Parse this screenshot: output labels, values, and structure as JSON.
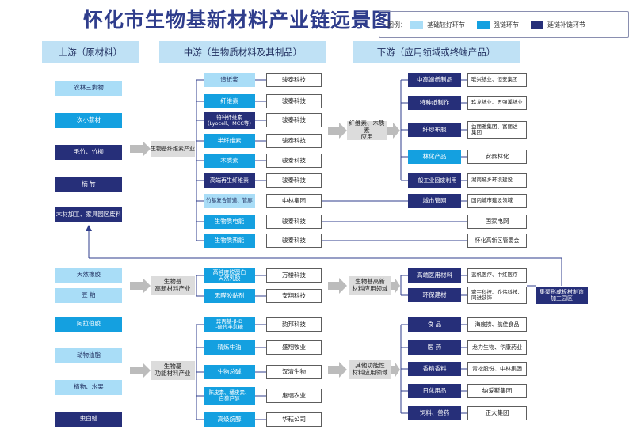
{
  "title": "怀化市生物基新材料产业链远景图",
  "legend": {
    "label": "图例：",
    "items": [
      {
        "text": "基础较好环节",
        "color": "#a9ddf7"
      },
      {
        "text": "强链环节",
        "color": "#14a0e0"
      },
      {
        "text": "延链补链环节",
        "color": "#262f79"
      }
    ]
  },
  "headers": {
    "upstream": "上游（原材料）",
    "midstream": "中游（生物质材料及其制品）",
    "downstream": "下游（应用领域或终端产品）"
  },
  "upstream": [
    {
      "label": "农林三剩物",
      "level": "light"
    },
    {
      "label": "次小薪材",
      "level": "mid"
    },
    {
      "label": "毛竹、竹柳",
      "level": "dark"
    },
    {
      "label": "楠  竹",
      "level": "dark"
    },
    {
      "label": "木材加工、家具园区废料",
      "level": "dark"
    },
    {
      "label": "天然橡胶",
      "level": "light"
    },
    {
      "label": "豆  粕",
      "level": "light"
    },
    {
      "label": "阿拉伯胶",
      "level": "mid"
    },
    {
      "label": "动物油脂",
      "level": "light"
    },
    {
      "label": "植物、水果",
      "level": "light"
    },
    {
      "label": "虫白蜡",
      "level": "dark"
    }
  ],
  "hubs": {
    "biobase_fiber": "生物基纤维素产业",
    "polymer": "生物基\n高新材料产业",
    "functional": "生物基\n功能材料产业",
    "fiber_app": "纤维素、木质素\n应用",
    "polymer_app": "生物基高新\n材料应用领域",
    "functional_app": "其他功能性\n材料应用领域",
    "cluster": "集聚形成板材制造\n加工园区"
  },
  "mid_group1": [
    {
      "label": "造纸浆",
      "level": "light",
      "company": "骏泰科技"
    },
    {
      "label": "纤维素",
      "level": "mid",
      "company": "骏泰科技"
    },
    {
      "label": "特种纤维素\n（Lyocell、MCC等）",
      "level": "dark",
      "company": "骏泰科技"
    },
    {
      "label": "半纤维素",
      "level": "mid",
      "company": "骏泰科技"
    },
    {
      "label": "木质素",
      "level": "mid",
      "company": "骏泰科技"
    },
    {
      "label": "高端再生纤维素",
      "level": "dark",
      "company": "骏泰科技"
    },
    {
      "label": "竹基复合管道、管廊",
      "level": "light",
      "company": "中林集团"
    },
    {
      "label": "生物质电能",
      "level": "mid",
      "company": "骏泰科技"
    },
    {
      "label": "生物质热能",
      "level": "mid",
      "company": "骏泰科技"
    }
  ],
  "mid_group2": [
    {
      "label": "高纯度脱蛋白\n天然乳胶",
      "level": "mid",
      "company": "万楼科技"
    },
    {
      "label": "无醛胶黏剂",
      "level": "mid",
      "company": "安翔科技"
    }
  ],
  "mid_group3": [
    {
      "label": "异丙基-β-D\n-硫代半乳糖",
      "level": "mid",
      "company": "韵邦科技"
    },
    {
      "label": "精炼牛油",
      "level": "mid",
      "company": "盛翔牧业"
    },
    {
      "label": "生物总碱",
      "level": "mid",
      "company": "汉清生物"
    },
    {
      "label": "陈皮素、橘皮素、\n白藜芦醇",
      "level": "mid",
      "company": "惠瑞农业"
    },
    {
      "label": "高级烷醇",
      "level": "mid",
      "company": "华耘公司"
    }
  ],
  "down_group1": [
    {
      "label": "中高端纸制品",
      "level": "dark",
      "company": "联兴纸业、恒安集团"
    },
    {
      "label": "特种纸制作",
      "level": "dark",
      "company": "玖龙纸业、五强溪纸业"
    },
    {
      "label": "纤纱布服",
      "level": "dark",
      "company": "益丽雅集团、富丽达\n集团"
    },
    {
      "label": "林化产品",
      "level": "mid",
      "company": "安泰林化"
    },
    {
      "label": "一般工业固废利用",
      "level": "dark",
      "company": "湖南城乡环境建设"
    }
  ],
  "down_extra": [
    {
      "label": "城市管网",
      "level": "dark",
      "company": "国内城市建设领域"
    },
    {
      "company": "国家电网"
    },
    {
      "company": "怀化高新区管委会"
    }
  ],
  "down_group2": [
    {
      "label": "高端医用材料",
      "level": "dark",
      "company": "蓝帆医疗、中红医疗"
    },
    {
      "label": "环保建材",
      "level": "dark",
      "company": "寰宇科技、乔伟科技、\n同进装饰"
    }
  ],
  "down_group3": [
    {
      "label": "食  品",
      "level": "dark",
      "company": "海底捞、航佳食品"
    },
    {
      "label": "医  药",
      "level": "dark",
      "company": "龙力生物、华康药业"
    },
    {
      "label": "香精香料",
      "level": "dark",
      "company": "青松股份、中林集团"
    },
    {
      "label": "日化用品",
      "level": "dark",
      "company": "纳爱斯集团"
    },
    {
      "label": "饲料、兽药",
      "level": "dark",
      "company": "正大集团"
    }
  ],
  "colors": {
    "light": "#a9ddf7",
    "mid": "#14a0e0",
    "dark": "#262f79",
    "line": "#2f3d8c",
    "arrow": "#bcbcbc"
  }
}
